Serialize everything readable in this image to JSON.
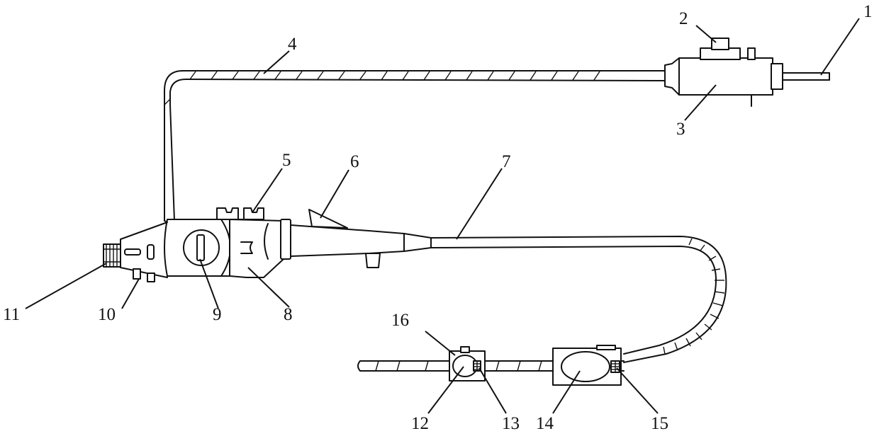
{
  "labels": {
    "l1": "1",
    "l2": "2",
    "l3": "3",
    "l4": "4",
    "l5": "5",
    "l6": "6",
    "l7": "7",
    "l8": "8",
    "l9": "9",
    "l10": "10",
    "l11": "11",
    "l12": "12",
    "l13": "13",
    "l14": "14",
    "l15": "15",
    "l16": "16"
  },
  "colors": {
    "line": "#111111",
    "background": "#ffffff"
  }
}
